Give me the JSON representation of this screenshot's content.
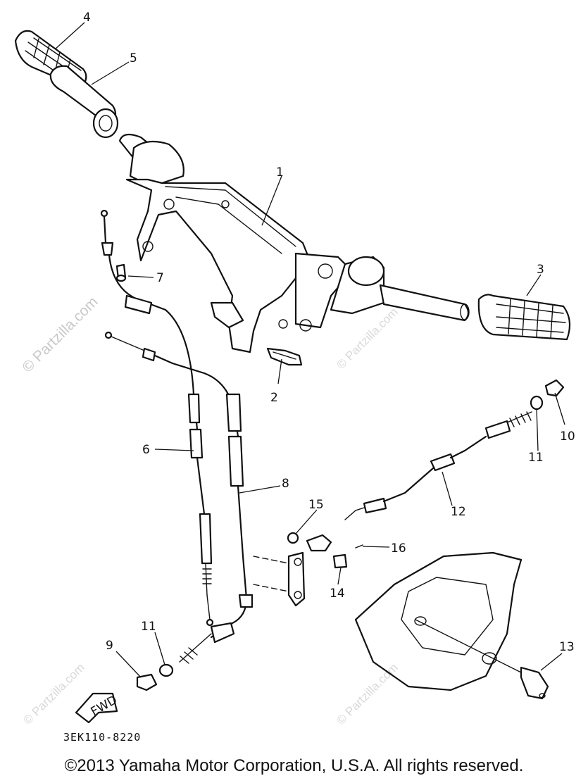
{
  "diagram": {
    "callouts": [
      {
        "id": "c1",
        "label": "1"
      },
      {
        "id": "c2",
        "label": "2"
      },
      {
        "id": "c3",
        "label": "3"
      },
      {
        "id": "c4",
        "label": "4"
      },
      {
        "id": "c5",
        "label": "5"
      },
      {
        "id": "c6",
        "label": "6"
      },
      {
        "id": "c7",
        "label": "7"
      },
      {
        "id": "c8",
        "label": "8"
      },
      {
        "id": "c9",
        "label": "9"
      },
      {
        "id": "c10",
        "label": "10"
      },
      {
        "id": "c11a",
        "label": "11"
      },
      {
        "id": "c11b",
        "label": "11"
      },
      {
        "id": "c12",
        "label": "12"
      },
      {
        "id": "c13",
        "label": "13"
      },
      {
        "id": "c14",
        "label": "14"
      },
      {
        "id": "c15",
        "label": "15"
      },
      {
        "id": "c16",
        "label": "16"
      }
    ],
    "fwd_label": "FWD",
    "part_code": "3EK110-8220",
    "watermark": "© Partzilla.com",
    "watermark_small": "© Partzilla.com"
  },
  "footer": {
    "copyright": "©2013 Yamaha Motor Corporation, U.S.A. All rights reserved."
  }
}
